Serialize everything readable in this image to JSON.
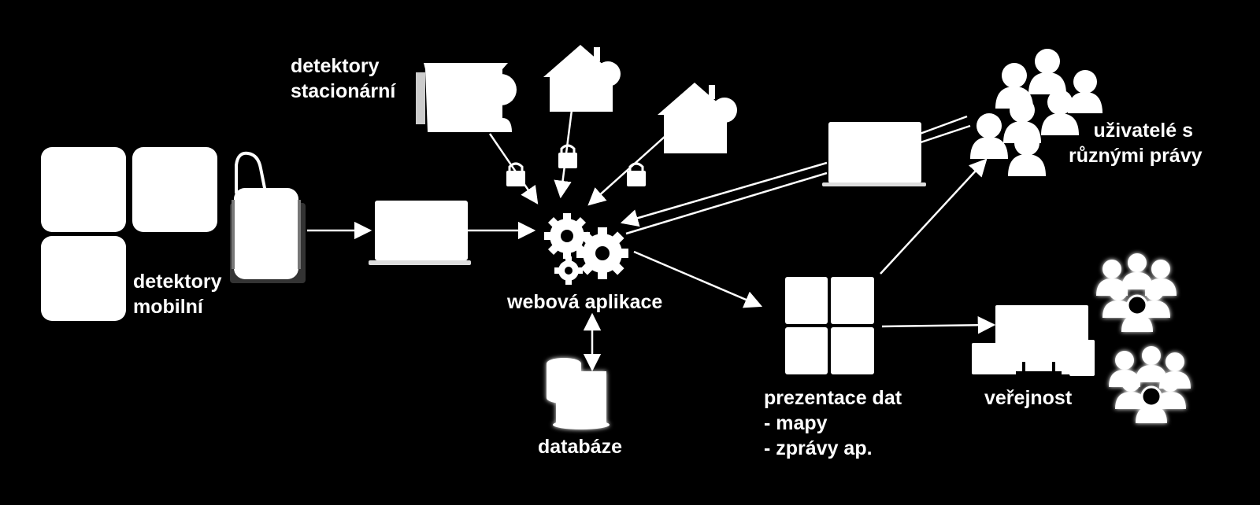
{
  "labels": {
    "stationary": [
      "detektory",
      "stacionární"
    ],
    "mobile": [
      "detektory",
      "mobilní"
    ],
    "users": [
      "uživatelé s",
      "různými právy"
    ],
    "webapp": "webová aplikace",
    "database": "databáze",
    "presentation": [
      "prezentace dat",
      "- mapy",
      "- zprávy ap."
    ],
    "public": "veřejnost"
  },
  "colors": {
    "background": "#000000",
    "foreground": "#ffffff"
  },
  "icons": [
    "tablet-icon",
    "pager-icon",
    "laptop-icon",
    "server-icon",
    "house-icon",
    "lock-icon",
    "gears-icon",
    "database-icon",
    "people-icon",
    "chart-panel-icon",
    "computer-icon"
  ]
}
